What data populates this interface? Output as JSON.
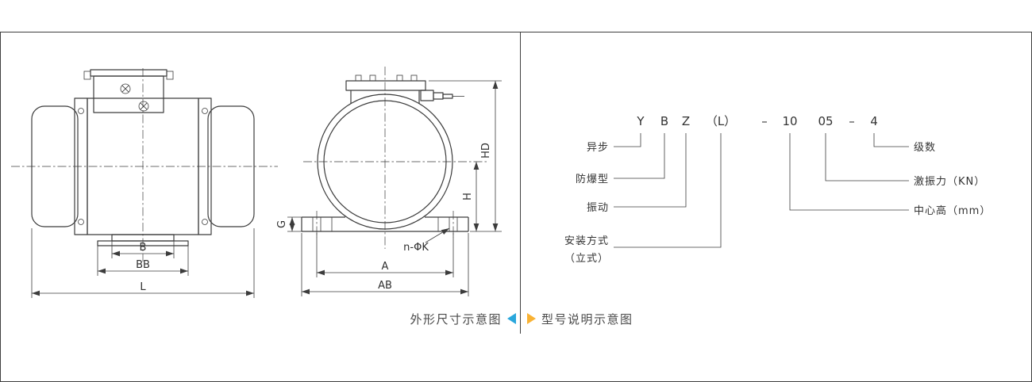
{
  "captions": {
    "left": "外形尺寸示意图",
    "right": "型号说明示意图"
  },
  "dimension_labels": {
    "side_view": {
      "B": "B",
      "BB": "BB",
      "L": "L"
    },
    "front_view": {
      "G": "G",
      "n_phi_k": "n-ΦK",
      "A": "A",
      "AB": "AB",
      "H": "H",
      "HD": "HD"
    }
  },
  "model_legend": {
    "code": {
      "c1": "Y",
      "c2": "B",
      "c3": "Z",
      "c4": "（L）",
      "c5": "–",
      "c6": "10",
      "c7": "05",
      "c8": "–",
      "c9": "4"
    },
    "left_terms": {
      "asynchronous": "异步",
      "explosion_proof": "防爆型",
      "vibration": "振动",
      "mounting_line1": "安装方式",
      "mounting_line2": "（立式）"
    },
    "right_terms": {
      "poles": "级数",
      "excitation_force": "激振力（KN）",
      "center_height": "中心高（mm）"
    }
  },
  "colors": {
    "left_arrow": "#2aa7dc",
    "right_arrow": "#f9b233",
    "line": "#3c3c3c",
    "caption_text": "#4a4a4a"
  }
}
